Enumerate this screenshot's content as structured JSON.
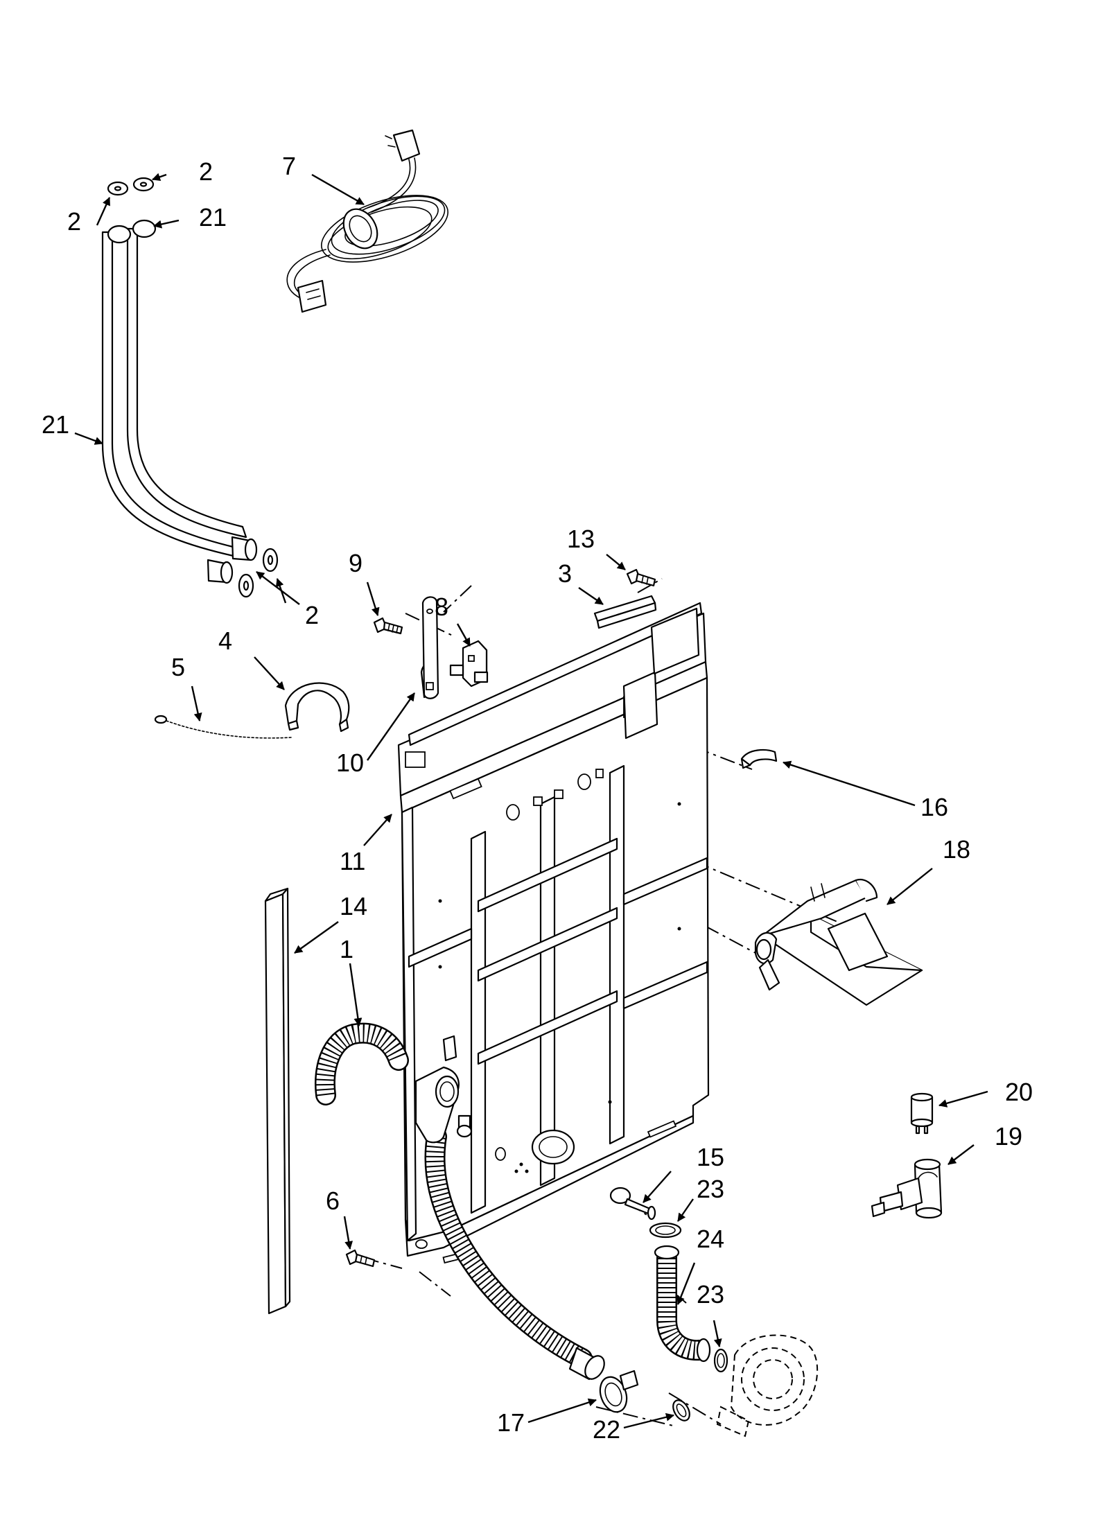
{
  "diagram": {
    "callouts": [
      "2",
      "2",
      "21",
      "7",
      "21",
      "2",
      "13",
      "3",
      "9",
      "8",
      "4",
      "5",
      "10",
      "16",
      "11",
      "18",
      "14",
      "1",
      "20",
      "19",
      "15",
      "23",
      "6",
      "24",
      "23",
      "17",
      "22"
    ]
  }
}
